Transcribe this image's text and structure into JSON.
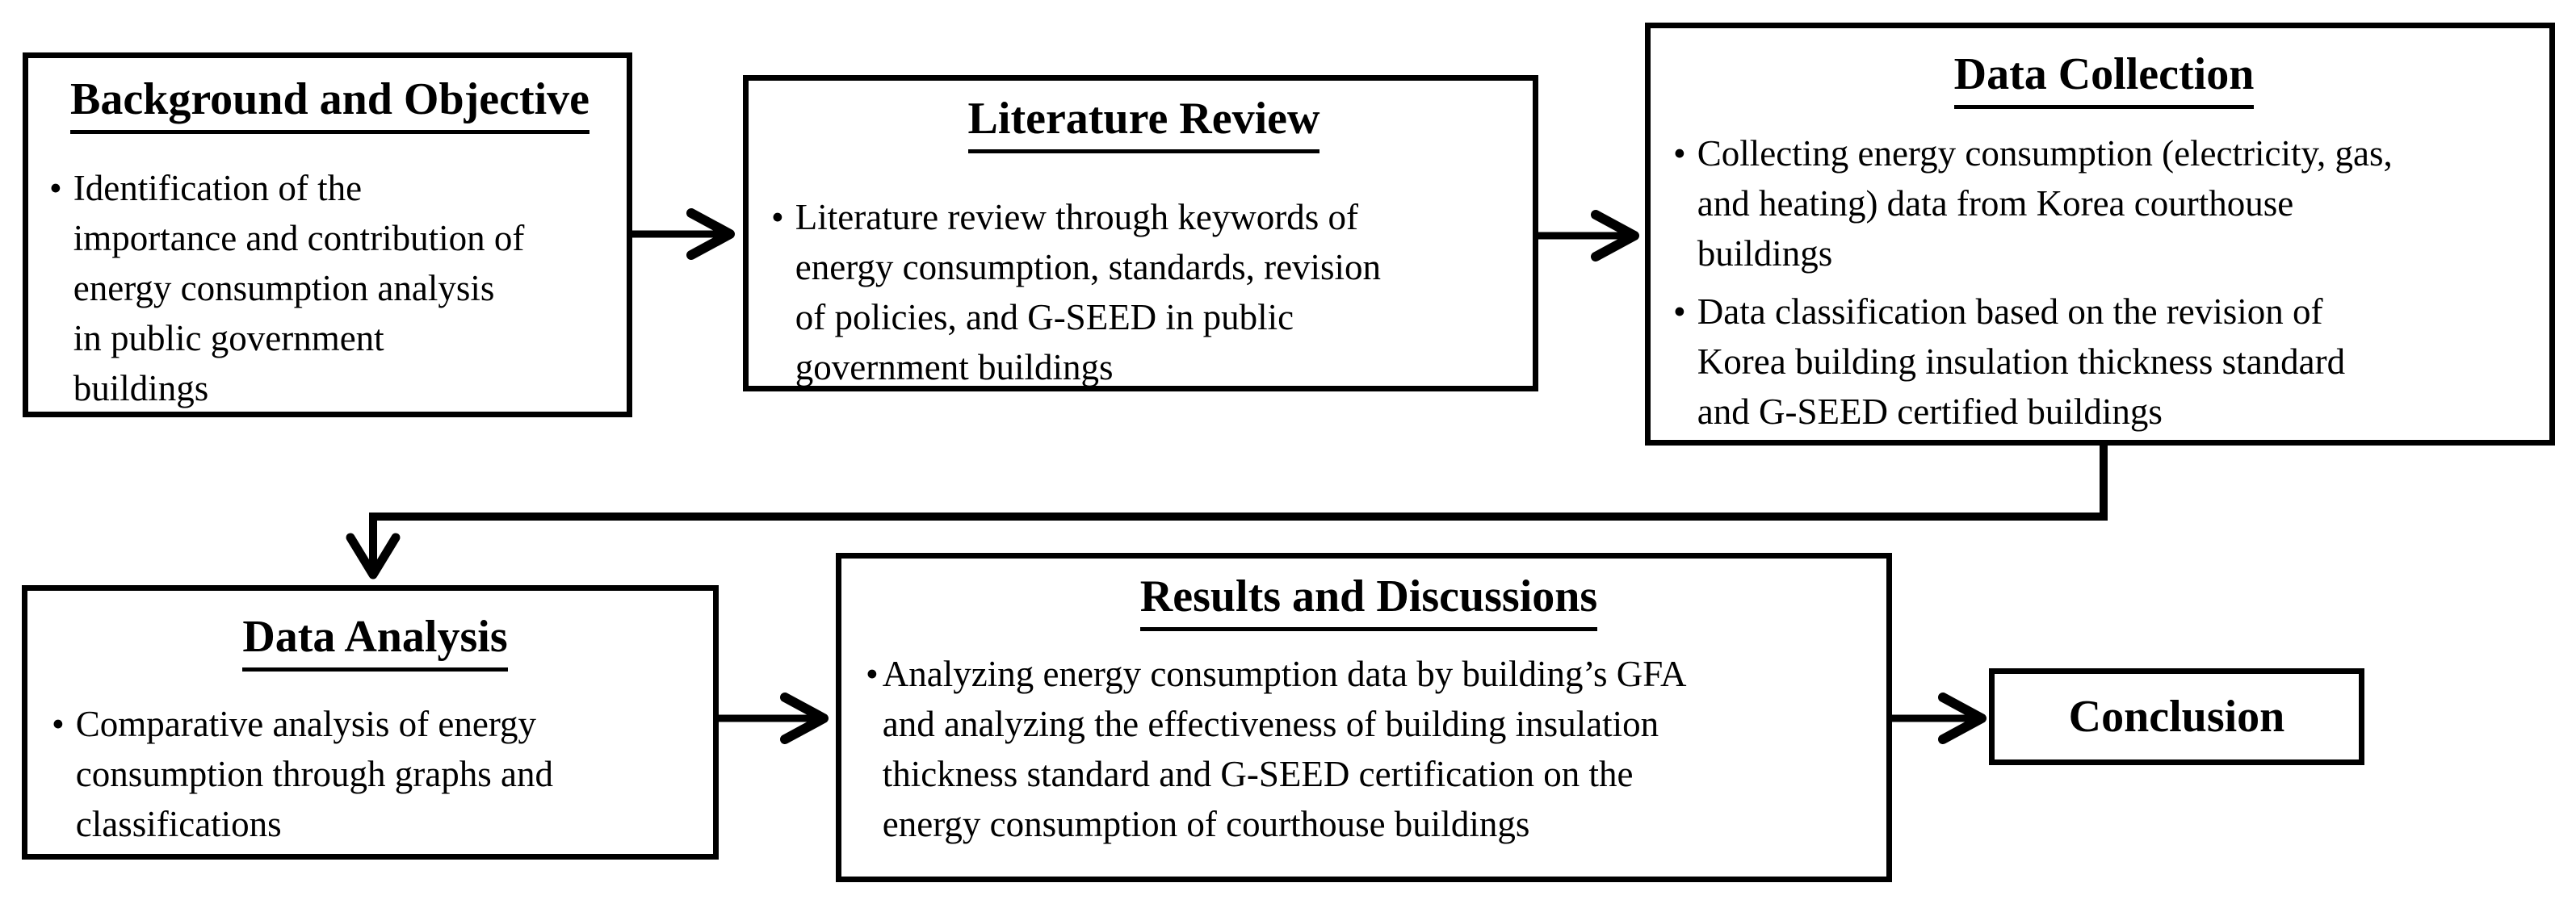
{
  "colors": {
    "background": "#ffffff",
    "line": "#000000",
    "box_border": "#000000",
    "text": "#000000"
  },
  "flowchart": {
    "bullet_char": "•",
    "boxes": [
      {
        "id": "background-objective",
        "title": "Background and Objective",
        "bullets": [
          "Identification of the\nimportance and contribution of\nenergy consumption analysis\nin public government\nbuildings"
        ]
      },
      {
        "id": "literature-review",
        "title": "Literature Review",
        "bullets": [
          "Literature review through keywords of\nenergy consumption, standards, revision\nof policies, and G-SEED in public\ngovernment buildings"
        ]
      },
      {
        "id": "data-collection",
        "title": "Data Collection",
        "bullets": [
          "Collecting energy consumption (electricity, gas,\nand heating) data from Korea courthouse\nbuildings",
          "Data classification based on the revision of\nKorea building insulation thickness standard\nand G-SEED certified buildings"
        ]
      },
      {
        "id": "data-analysis",
        "title": "Data Analysis",
        "bullets": [
          "Comparative analysis of energy\nconsumption through graphs and\nclassifications"
        ]
      },
      {
        "id": "results-discussions",
        "title": "Results and Discussions",
        "bullets": [
          "Analyzing energy consumption data by building’s GFA\nand analyzing the effectiveness of building insulation\nthickness standard and G-SEED certification on the\nenergy consumption of courthouse buildings"
        ]
      },
      {
        "id": "conclusion",
        "title": "Conclusion",
        "bullets": []
      }
    ]
  }
}
